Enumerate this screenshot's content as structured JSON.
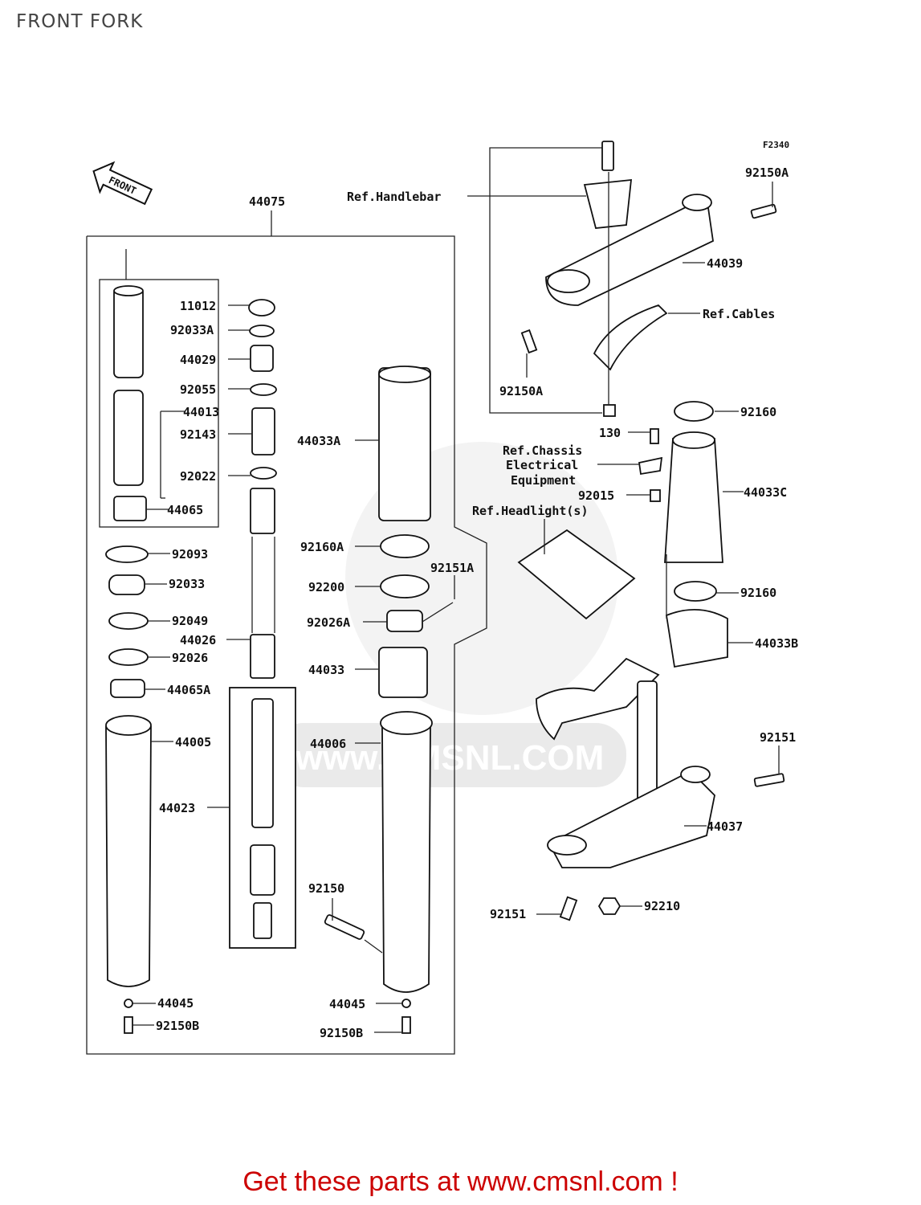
{
  "title": "FRONT FORK",
  "figure_code": "F2340",
  "front_arrow_text": "FRONT",
  "watermark": "www.CMSNL.COM",
  "footer": "Get these parts at www.cmsnl.com !",
  "labels": {
    "p44075": "44075",
    "p11012": "11012",
    "p92033A": "92033A",
    "p44029": "44029",
    "p92055": "92055",
    "p44013": "44013",
    "p92143": "92143",
    "p92022": "92022",
    "p44065": "44065",
    "p92093": "92093",
    "p92033": "92033",
    "p92049": "92049",
    "p44026": "44026",
    "p92026": "92026",
    "p44065A": "44065A",
    "p44005": "44005",
    "p44023": "44023",
    "p44045L": "44045",
    "p92150BL": "92150B",
    "p44033A": "44033A",
    "p92160A": "92160A",
    "p92200": "92200",
    "p92151A": "92151A",
    "p92026A": "92026A",
    "p44033": "44033",
    "p44006": "44006",
    "p92150": "92150",
    "p44045R": "44045",
    "p92150BR": "92150B",
    "p92150A_top": "92150A",
    "ref_handlebar": "Ref.Handlebar",
    "p44039": "44039",
    "ref_cables": "Ref.Cables",
    "p92150A_bot": "92150A",
    "p92160_top": "92160",
    "p130": "130",
    "ref_chassis_1": "Ref.Chassis",
    "ref_chassis_2": "Electrical",
    "ref_chassis_3": "Equipment",
    "p92015": "92015",
    "p44033C": "44033C",
    "ref_headlight": "Ref.Headlight(s)",
    "p92160_bot": "92160",
    "p44033B": "44033B",
    "p92151_top": "92151",
    "p44037": "44037",
    "p92151_bot": "92151",
    "p92210": "92210"
  }
}
